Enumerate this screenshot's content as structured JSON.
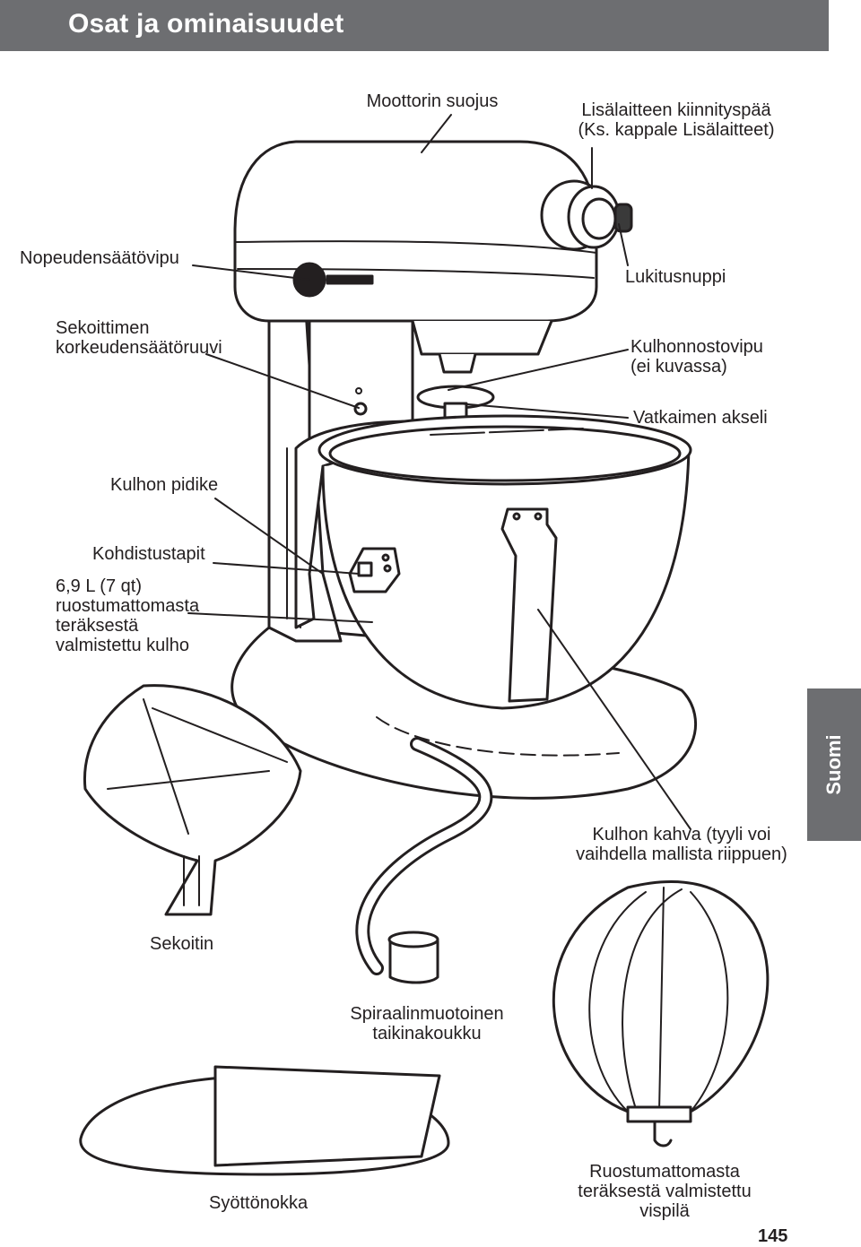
{
  "header": {
    "title": "Osat ja ominaisuudet"
  },
  "side_tab": {
    "language": "Suomi"
  },
  "labels": {
    "motor_head": "Moottorin suojus",
    "attachment_hub": "Lisälaitteen kiinnityspää\n(Ks. kappale Lisälaitteet)",
    "speed_lever": "Nopeudensäätövipu",
    "locking_knob": "Lukitusnuppi",
    "height_screw": "Sekoittimen\nkorkeudensäätöruuvi",
    "bowl_lift": "Kulhonnostovipu\n(ei kuvassa)",
    "beater_shaft": "Vatkaimen akseli",
    "bowl_support": "Kulhon pidike",
    "locating_pins": "Kohdistustapit",
    "bowl": "6,9 L (7 qt)\nruostumattomasta\nteräksestä\nvalmistettu kulho",
    "bowl_handle": "Kulhon kahva (tyyli voi\nvaihdella mallista riippuen)",
    "flat_beater": "Sekoitin",
    "dough_hook": "Spiraalinmuotoinen\ntaikinakoukku",
    "pouring_shield": "Syöttönokka",
    "wire_whip": "Ruostumattomasta\nteräksestä valmistettu\nvispilä"
  },
  "page_number": "145"
}
